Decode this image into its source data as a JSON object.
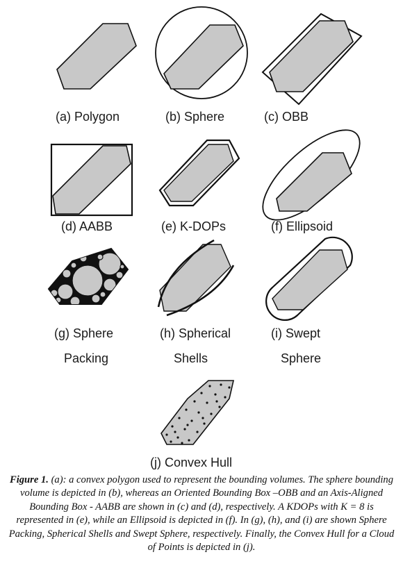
{
  "panels": [
    {
      "id": "a",
      "label": "(a) Polygon"
    },
    {
      "id": "b",
      "label": "(b) Sphere"
    },
    {
      "id": "c",
      "label": "(c) OBB"
    },
    {
      "id": "d",
      "label": "(d) AABB"
    },
    {
      "id": "e",
      "label": "(e) K-DOPs"
    },
    {
      "id": "f",
      "label": "(f) Ellipsoid"
    },
    {
      "id": "g",
      "label": "(g) Sphere",
      "label2": "Packing"
    },
    {
      "id": "h",
      "label": "(h) Spherical",
      "label2": "Shells"
    },
    {
      "id": "i",
      "label": "(i) Swept",
      "label2": "Sphere"
    },
    {
      "id": "j",
      "label": "(j) Convex Hull"
    }
  ],
  "caption": {
    "lead": "Figure 1.",
    "body": " (a): a convex polygon used to represent the bounding volumes. The sphere bounding volume is depicted in (b), whereas an Oriented Bounding Box –OBB and an Axis-Aligned Bounding Box - AABB are shown in (c) and (d), respectively. A KDOPs with K = 8 is represented in (e), while an Ellipsoid is depicted in (f). In (g), (h), and (i) are shown Sphere Packing, Spherical Shells and Swept Sphere, respectively.  Finally, the Convex Hull for a Cloud of Points is depicted in (j)."
  },
  "colors": {
    "fill": "#c8c8c8",
    "stroke": "#111111",
    "background": "#ffffff"
  }
}
